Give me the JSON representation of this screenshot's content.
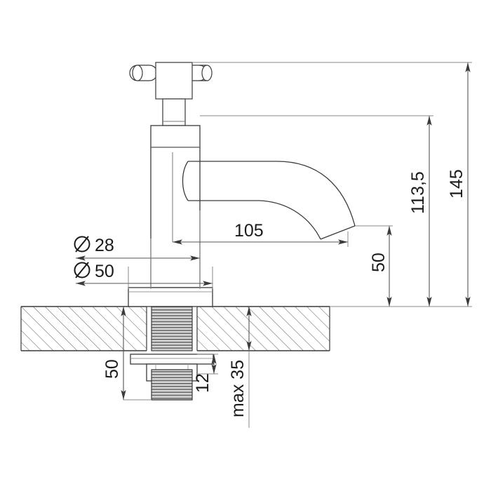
{
  "drawing": {
    "title": "Basin tap technical dimension drawing",
    "type": "engineering-section-drawing",
    "units": "mm",
    "line_color": "#3a3a3a",
    "dim_line_color": "#555555",
    "text_color": "#1a1a1a",
    "hatch_color": "#6b6b6b",
    "background": "#ffffff"
  },
  "dimensions": {
    "diameter_body": "Ø 28",
    "diameter_base": "Ø 50",
    "spout_reach": "105",
    "spout_height": "50",
    "outlet_height": "113,5",
    "total_height": "145",
    "shank_length": "50",
    "nut_height": "12",
    "counter_thickness": "max 35"
  },
  "labels": {
    "diameter_body": {
      "text": "Ø 28",
      "rotation": 0
    },
    "diameter_base": {
      "text": "Ø 50",
      "rotation": 0
    },
    "spout_reach": {
      "text": "105",
      "rotation": 0
    },
    "spout_height": {
      "text": "50",
      "rotation": -90
    },
    "outlet_height": {
      "text": "113,5",
      "rotation": -90
    },
    "total_height": {
      "text": "145",
      "rotation": -90
    },
    "shank_length": {
      "text": "50",
      "rotation": -90
    },
    "nut_height": {
      "text": "12",
      "rotation": -90
    },
    "counter_thickness": {
      "text": "max 35",
      "rotation": -90
    }
  },
  "parts": {
    "handle": "cross-handle",
    "stem": "valve-stem",
    "cap": "body-cap",
    "body": "faucet-body",
    "spout": "curved-spout",
    "outlet": "spout-outlet",
    "flange": "base-flange",
    "thread": "threaded-shank",
    "washer": "mounting-washer",
    "nut": "lock-nut",
    "lower_thread": "lower-threaded-shank",
    "counter": "counter-section-hatched"
  }
}
